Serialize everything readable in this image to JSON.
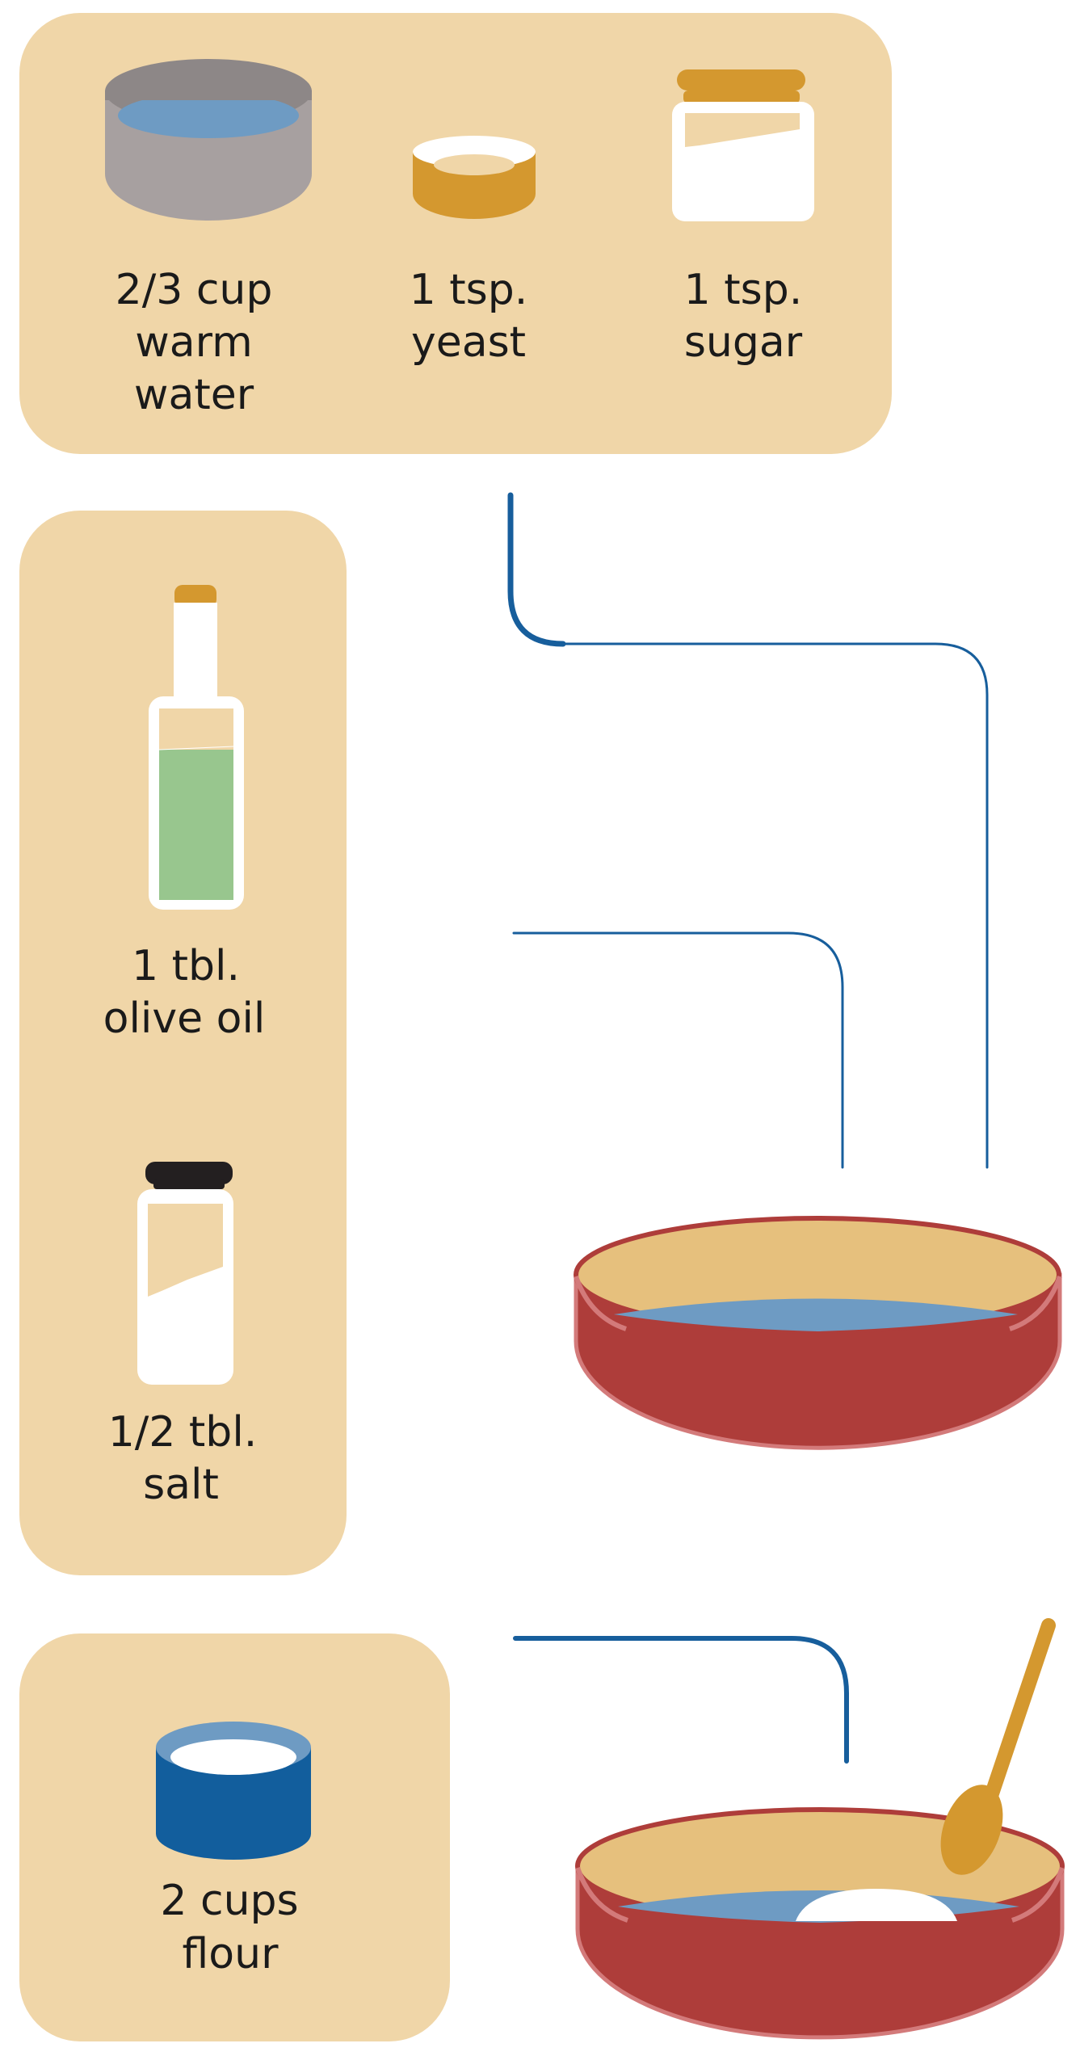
{
  "colors": {
    "panel": "#F0D6A8",
    "connector": "#175E9C",
    "bowl_red": "#AE3D3A",
    "bowl_rim": "#D37A7A",
    "bowl_inner": "#E6C07D",
    "water_blue": "#6E9BC3",
    "yeast_gold": "#D4982F",
    "grey_bowl": "#A7A0A0",
    "oil_green": "#98C68E",
    "cap_black": "#231F20",
    "flour_blue": "#125E9D"
  },
  "ingredients": {
    "water": {
      "line1": "2/3 cup",
      "line2": "warm",
      "line3": "water",
      "icon": "water-bowl-icon"
    },
    "yeast": {
      "line1": "1 tsp.",
      "line2": "yeast",
      "icon": "yeast-dish-icon"
    },
    "sugar": {
      "line1": "1 tsp.",
      "line2": "sugar",
      "icon": "sugar-jar-icon"
    },
    "oil": {
      "line1": "1 tbl.",
      "line2": "olive oil",
      "icon": "olive-oil-bottle-icon"
    },
    "salt": {
      "line1": "1/2 tbl.",
      "line2": "salt",
      "icon": "salt-shaker-icon"
    },
    "flour": {
      "line1": "2 cups",
      "line2": "flour",
      "icon": "flour-container-icon"
    }
  },
  "steps": [
    {
      "icon": "mixing-bowl-icon"
    },
    {
      "icon": "mixing-bowl-with-spoon-icon"
    }
  ]
}
